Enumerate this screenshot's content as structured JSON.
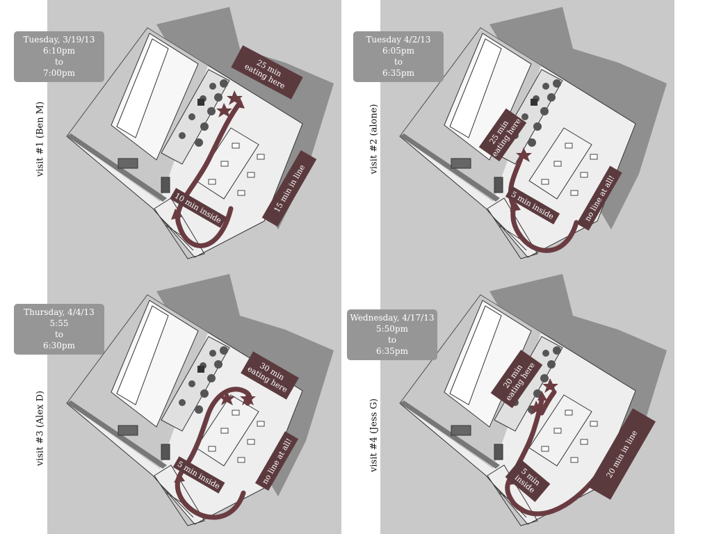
{
  "colors": {
    "background": "#c9c9c9",
    "date_box": "#969696",
    "annotation": "#5b3a3e",
    "route": "#6a3c42"
  },
  "visits": [
    {
      "label": "visit #1 (Ben M)",
      "date_lines": [
        "Tuesday, 3/19/13",
        "6:10pm",
        "to",
        "7:00pm"
      ],
      "annotations": {
        "line": "15 min in line",
        "inside": "10 min inside",
        "eating": [
          "25 min",
          "eating here"
        ]
      }
    },
    {
      "label": "visit #2 (alone)",
      "date_lines": [
        "Tuesday 4/2/13",
        "6:05pm",
        "to",
        "6:35pm"
      ],
      "annotations": {
        "line": "no line at all!",
        "inside": "5 min inside",
        "eating": [
          "25 min",
          "eating here"
        ]
      }
    },
    {
      "label": "visit #3 (Alex D)",
      "date_lines": [
        "Thursday, 4/4/13",
        "5:55",
        "to",
        "6:30pm"
      ],
      "annotations": {
        "line": "no line at all!",
        "inside": "5 min inside",
        "eating": [
          "30 min",
          "eating here"
        ]
      }
    },
    {
      "label": "visit #4 (Jess G)",
      "date_lines": [
        "Wednesday, 4/17/13",
        "5:50pm",
        "to",
        "6:35pm"
      ],
      "annotations": {
        "line": "20 min in line",
        "inside": [
          "5 min",
          "inside"
        ],
        "eating": [
          "20 min",
          "eating here"
        ]
      }
    }
  ]
}
